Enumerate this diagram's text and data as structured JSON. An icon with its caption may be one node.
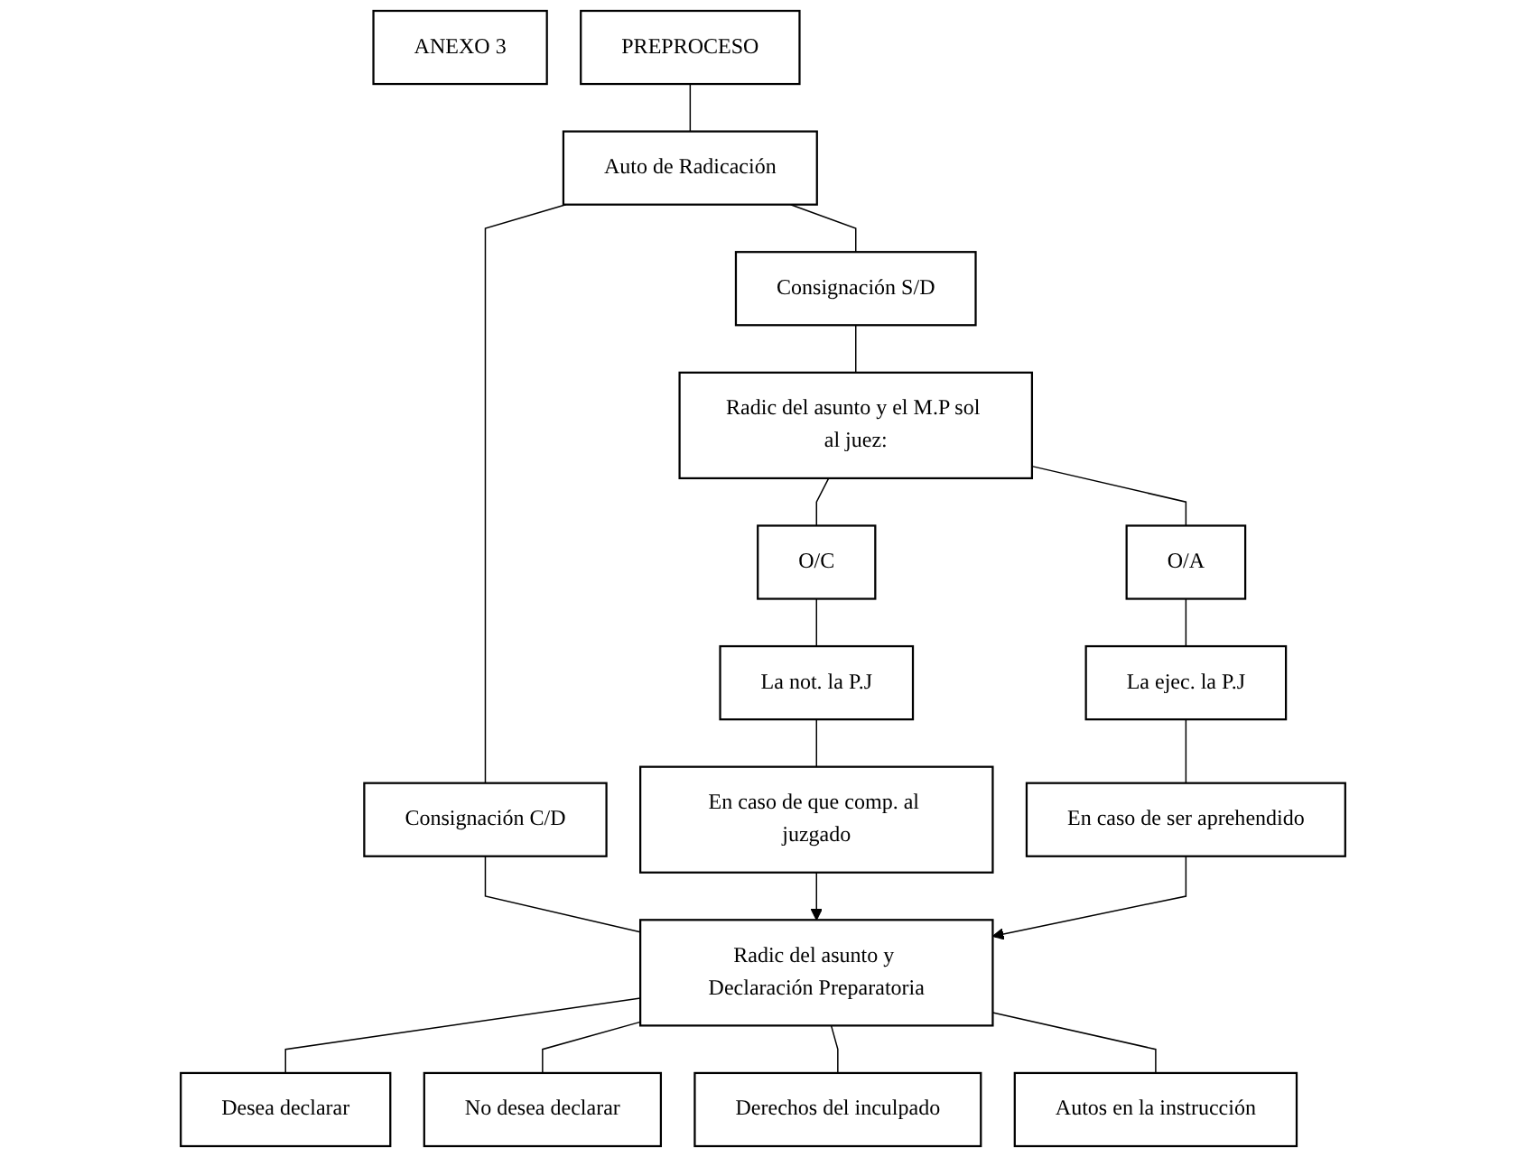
{
  "diagram": {
    "nodes": [
      {
        "text": [
          "ANEXO 3"
        ]
      },
      {
        "text": [
          "PREPROCESO"
        ]
      },
      {
        "text": [
          "Auto de Radicación"
        ]
      },
      {
        "text": [
          "Consignación C/D"
        ]
      },
      {
        "text": [
          "Consignación S/D"
        ]
      },
      {
        "text": [
          "Radic del asunto y Declaración Preparatoria"
        ]
      },
      {
        "text": [
          "Desea declarar"
        ]
      },
      {
        "text": [
          "No desea declarar"
        ]
      },
      {
        "text": [
          "Derechos del inculpado"
        ]
      },
      {
        "text": [
          "Autos en la instrucción"
        ]
      },
      {
        "text": [
          "Radic del asunto y el M.P sol al juez:"
        ]
      },
      {
        "text": [
          "O/C"
        ]
      },
      {
        "text": [
          "O/A"
        ]
      },
      {
        "text": [
          "La not. la P.J"
        ]
      },
      {
        "text": [
          "La ejec. la P.J"
        ]
      },
      {
        "text": [
          "En caso de que comp. al juzgado"
        ]
      },
      {
        "text": [
          "En caso de ser aprehendido"
        ]
      }
    ],
    "edges": [
      {
        "from": 1,
        "to": 2,
        "arrow": "none"
      },
      {
        "from": 2,
        "to": 3,
        "arrow": "none"
      },
      {
        "from": 2,
        "to": 4,
        "arrow": "none"
      },
      {
        "from": 3,
        "to": 5,
        "arrow": "none"
      },
      {
        "from": 5,
        "to": 6,
        "arrow": "none"
      },
      {
        "from": 5,
        "to": 7,
        "arrow": "none"
      },
      {
        "from": 5,
        "to": 8,
        "arrow": "none"
      },
      {
        "from": 5,
        "to": 9,
        "arrow": "none"
      },
      {
        "from": 4,
        "to": 10,
        "arrow": "none"
      },
      {
        "from": 10,
        "to": 11,
        "arrow": "none"
      },
      {
        "from": 10,
        "to": 12,
        "arrow": "none"
      },
      {
        "from": 11,
        "to": 13,
        "arrow": "none"
      },
      {
        "from": 13,
        "to": 15,
        "arrow": "none"
      },
      {
        "from": 12,
        "to": 14,
        "arrow": "none"
      },
      {
        "from": 14,
        "to": 16,
        "arrow": "none"
      },
      {
        "from": 15,
        "to": 5,
        "arrow": "to"
      },
      {
        "from": 16,
        "to": 5,
        "arrow": "to"
      }
    ]
  }
}
